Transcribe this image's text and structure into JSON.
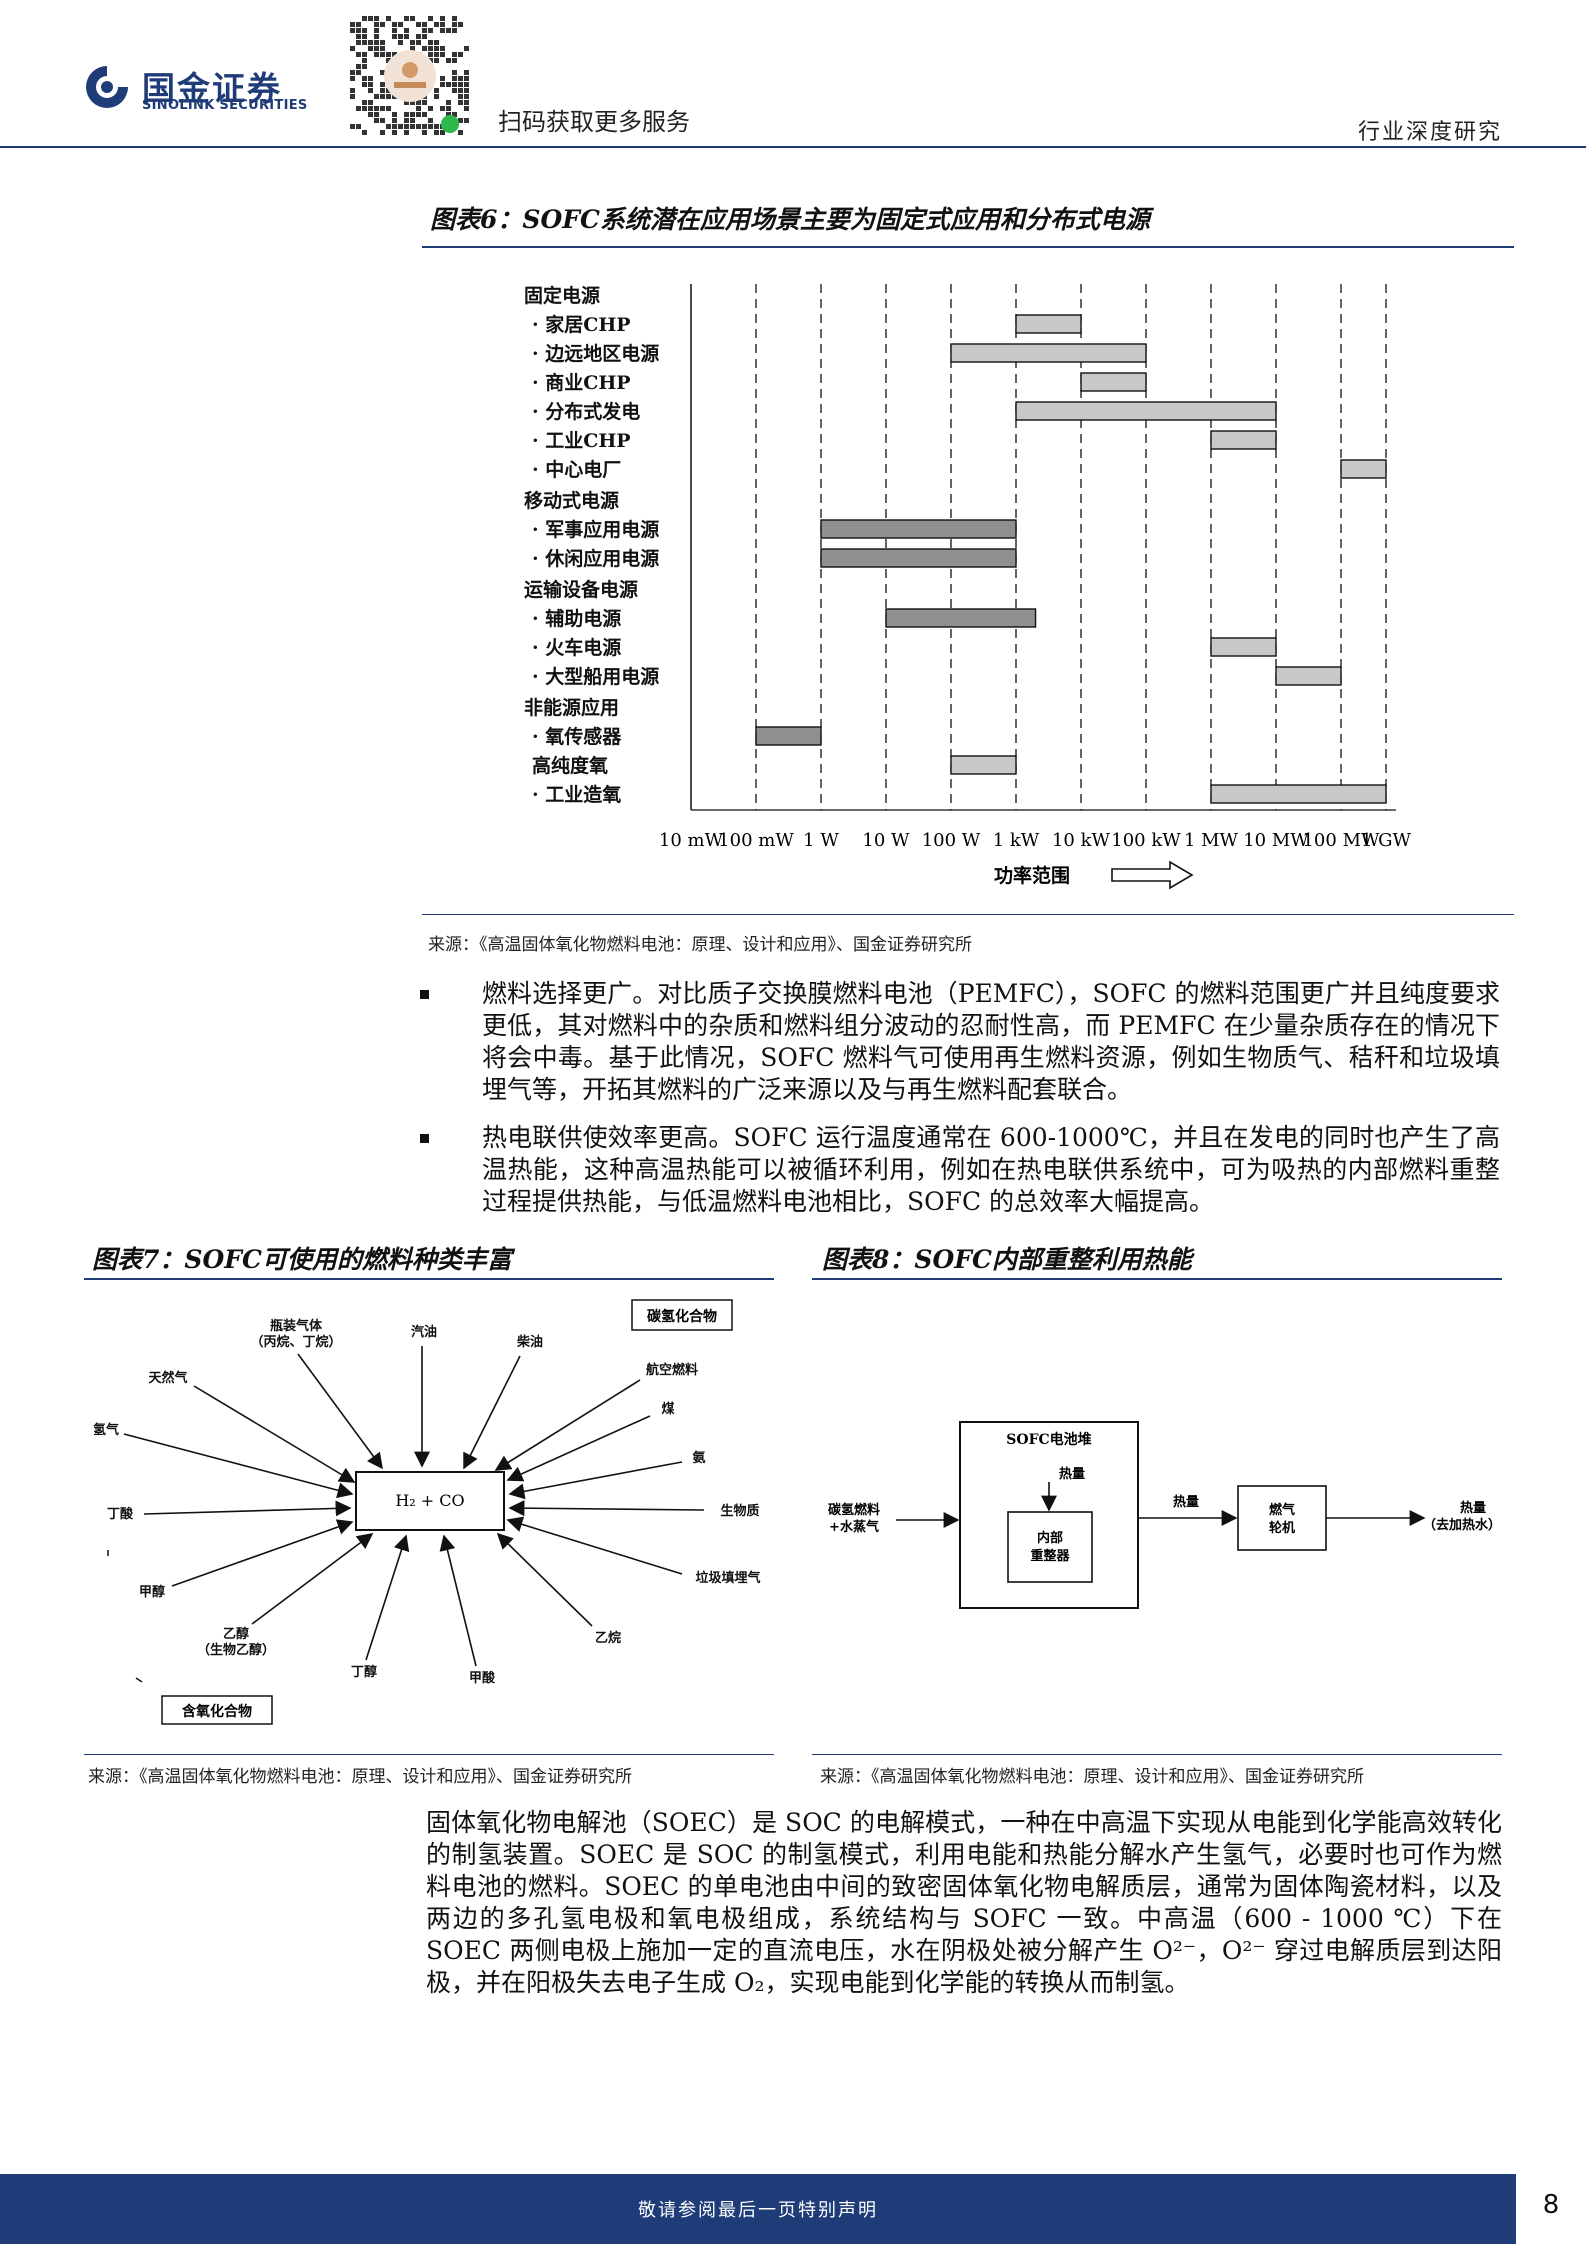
{
  "header": {
    "logo_cn": "国金证券",
    "logo_en": "SINOLINK SECURITIES",
    "scan_text": "扫码获取更多服务",
    "report_type": "行业深度研究"
  },
  "figure6": {
    "title": "图表6：SOFC系统潜在应用场景主要为固定式应用和分布式电源",
    "groups": [
      {
        "name": "固定电源",
        "items": [
          "·  家居CHP",
          "·  边远地区电源",
          "·  商业CHP",
          "·  分布式发电",
          "·  工业CHP",
          "·  中心电厂"
        ]
      },
      {
        "name": "移动式电源",
        "items": [
          "·  军事应用电源",
          "·  休闲应用电源"
        ]
      },
      {
        "name": "运输设备电源",
        "items": [
          "·  辅助电源",
          "·  火车电源",
          "·  大型船用电源"
        ]
      },
      {
        "name": "非能源应用",
        "items": [
          "·  氧传感器",
          "高纯度氧",
          "·  工业造氧"
        ]
      }
    ],
    "axis_ticks": [
      "10 mW",
      "100 mW",
      "1 W",
      "10 W",
      "100 W",
      "1 kW",
      "10 kW",
      "100 kW",
      "1 MW",
      "10 MW",
      "100 MW",
      "1 GW"
    ],
    "axis_label": "功率范围",
    "source": "来源：《高温固体氧化物燃料电池：原理、设计和应用》、国金证券研究所"
  },
  "chart_data": {
    "type": "bar",
    "xlabel": "功率范围",
    "x_scale": "log",
    "ticks": [
      "10 mW",
      "100 mW",
      "1 W",
      "10 W",
      "100 W",
      "1 kW",
      "10 kW",
      "100 kW",
      "1 MW",
      "10 MW",
      "100 MW",
      "1 GW"
    ],
    "ranges": [
      {
        "category": "家居CHP",
        "from": "1 kW",
        "to": "10 kW"
      },
      {
        "category": "边远地区电源",
        "from": "100 W",
        "to": "100 kW"
      },
      {
        "category": "商业CHP",
        "from": "10 kW",
        "to": "100 kW"
      },
      {
        "category": "分布式发电",
        "from": "1 kW",
        "to": "10 MW"
      },
      {
        "category": "工业CHP",
        "from": "1 MW",
        "to": "10 MW"
      },
      {
        "category": "中心电厂",
        "from": "100 MW",
        "to": "1 GW"
      },
      {
        "category": "军事应用电源",
        "from": "1 W",
        "to": "1 kW"
      },
      {
        "category": "休闲应用电源",
        "from": "1 W",
        "to": "1 kW"
      },
      {
        "category": "辅助电源",
        "from": "10 W",
        "to": "2 kW"
      },
      {
        "category": "火车电源",
        "from": "1 MW",
        "to": "10 MW"
      },
      {
        "category": "大型船用电源",
        "from": "10 MW",
        "to": "100 MW"
      },
      {
        "category": "氧传感器",
        "from": "100 mW",
        "to": "1 W"
      },
      {
        "category": "高纯度氧",
        "from": "100 W",
        "to": "1 kW"
      },
      {
        "category": "工业造氧",
        "from": "1 MW",
        "to": "1 GW"
      }
    ]
  },
  "bullets": [
    "燃料选择更广。对比质子交换膜燃料电池（PEMFC），SOFC 的燃料范围更广并且纯度要求更低，其对燃料中的杂质和燃料组分波动的忍耐性高，而 PEMFC 在少量杂质存在的情况下将会中毒。基于此情况，SOFC 燃料气可使用再生燃料资源，例如生物质气、秸秆和垃圾填埋气等，开拓其燃料的广泛来源以及与再生燃料配套联合。",
    "热电联供使效率更高。SOFC 运行温度通常在 600-1000℃，并且在发电的同时也产生了高温热能，这种高温热能可以被循环利用，例如在热电联供系统中，可为吸热的内部燃料重整过程提供热能，与低温燃料电池相比，SOFC 的总效率大幅提高。"
  ],
  "figure7": {
    "title": "图表7：SOFC可使用的燃料种类丰富",
    "center": "H₂ + CO",
    "box_top": "碳氢化合物",
    "box_bottom": "含氧化合物",
    "labels": [
      "瓶装气体",
      "（丙烷、丁烷）",
      "汽油",
      "柴油",
      "天然气",
      "氢气",
      "航空燃料",
      "煤",
      "氨",
      "生物质",
      "垃圾填埋气",
      "乙烷",
      "丁酸",
      "甲醇",
      "乙醇",
      "（生物乙醇）",
      "丁醇",
      "甲酸"
    ],
    "source": "来源：《高温固体氧化物燃料电池：原理、设计和应用》、国金证券研究所"
  },
  "figure8": {
    "title": "图表8：SOFC内部重整利用热能",
    "stack": "SOFC电池堆",
    "heat_in": "热量",
    "reformer": [
      "内部",
      "重整器"
    ],
    "fuel": [
      "碳氢燃料",
      "+水蒸气"
    ],
    "heat_out": "热量",
    "turbine": [
      "燃气",
      "轮机"
    ],
    "output": [
      "热量",
      "（去加热水）"
    ],
    "source": "来源：《高温固体氧化物燃料电池：原理、设计和应用》、国金证券研究所"
  },
  "body_paragraph": "固体氧化物电解池（SOEC）是 SOC 的电解模式，一种在中高温下实现从电能到化学能高效转化的制氢装置。SOEC 是 SOC 的制氢模式，利用电能和热能分解水产生氢气，必要时也可作为燃料电池的燃料。SOEC 的单电池由中间的致密固体氧化物电解质层，通常为固体陶瓷材料，以及两边的多孔氢电极和氧电极组成，系统结构与 SOFC 一致。中高温（600 - 1000 ℃）下在 SOEC 两侧电极上施加一定的直流电压，水在阴极处被分解产生 O²⁻，O²⁻ 穿过电解质层到达阳极，并在阳极失去电子生成 O₂，实现电能到化学能的转换从而制氢。",
  "footer": {
    "disclaimer": "敬请参阅最后一页特别声明",
    "page": "8"
  },
  "colors": {
    "brand": "#1f3b78",
    "bar": "#c8c8c8"
  }
}
